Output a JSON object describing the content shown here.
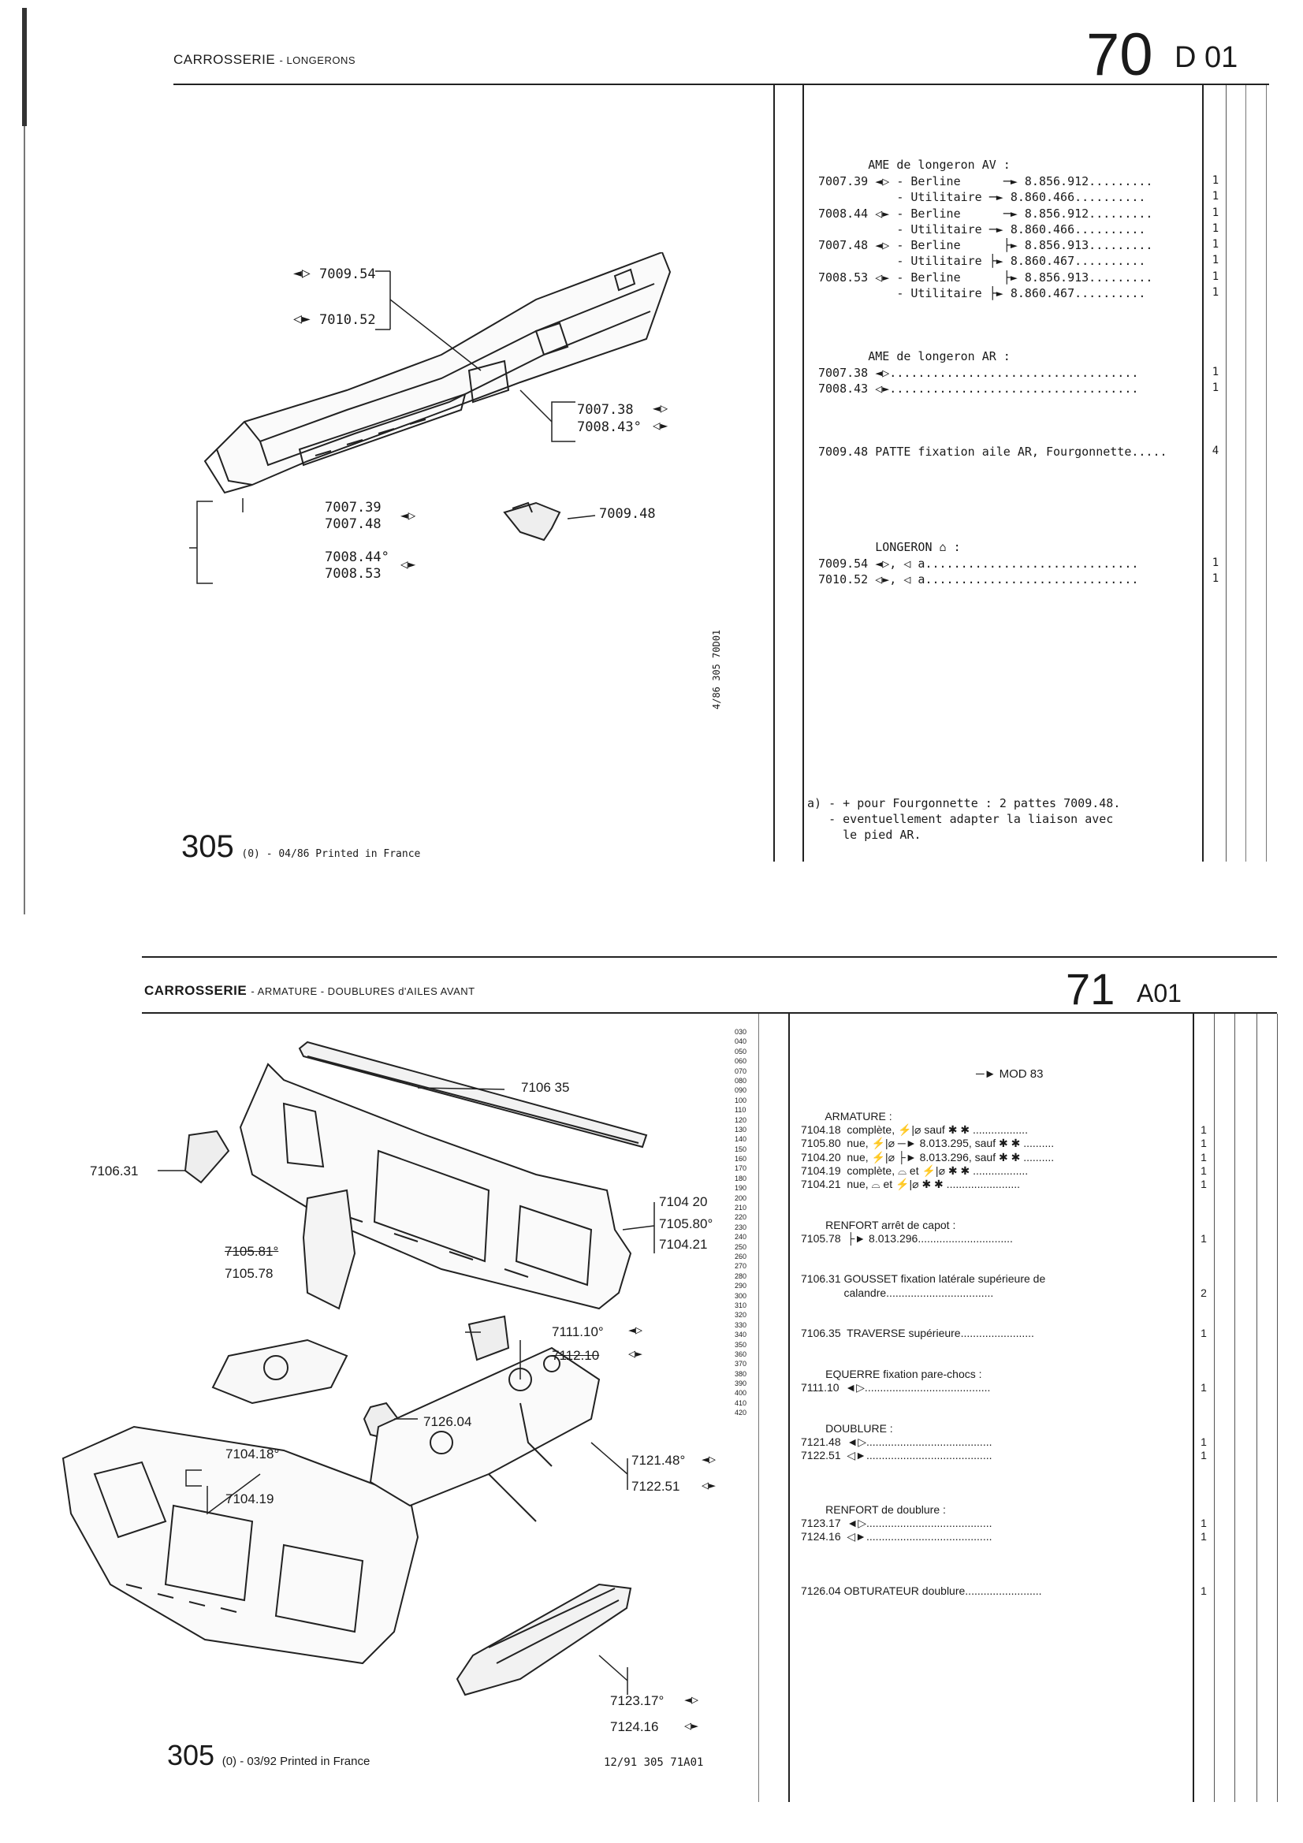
{
  "top": {
    "header": {
      "title": "CARROSSERIE",
      "subtitle": "LONGERONS",
      "page_major": "70",
      "page_minor": "D 01"
    },
    "diagram_refs": [
      "7009.54",
      "7010.52",
      "7007.38",
      "7008.43°",
      "7007.39",
      "7007.48",
      "7008.44°",
      "7008.53",
      "7009.48"
    ],
    "lines": [
      {
        "text": "       AME de longeron AV :"
      },
      {
        "text": "7007.39 ◄▷ - Berline      ─► 8.856.912.........",
        "qty": "1"
      },
      {
        "text": "           - Utilitaire ─► 8.860.466..........",
        "qty": "1"
      },
      {
        "text": "7008.44 ◁► - Berline      ─► 8.856.912.........",
        "qty": "1"
      },
      {
        "text": "           - Utilitaire ─► 8.860.466..........",
        "qty": "1"
      },
      {
        "text": "7007.48 ◄▷ - Berline      ├► 8.856.913.........",
        "qty": "1"
      },
      {
        "text": "           - Utilitaire ├► 8.860.467..........",
        "qty": "1"
      },
      {
        "text": "7008.53 ◁► - Berline      ├► 8.856.913.........",
        "qty": "1"
      },
      {
        "text": "           - Utilitaire ├► 8.860.467..........",
        "qty": "1"
      },
      {
        "text": ""
      },
      {
        "text": ""
      },
      {
        "text": ""
      },
      {
        "text": "       AME de longeron AR :"
      },
      {
        "text": "7007.38 ◄▷...................................",
        "qty": "1"
      },
      {
        "text": "7008.43 ◁►...................................",
        "qty": "1"
      },
      {
        "text": ""
      },
      {
        "text": ""
      },
      {
        "text": ""
      },
      {
        "text": "7009.48 PATTE fixation aile AR, Fourgonnette.....",
        "qty": "4"
      },
      {
        "text": ""
      },
      {
        "text": ""
      },
      {
        "text": ""
      },
      {
        "text": ""
      },
      {
        "text": "        LONGERON ⌂ :"
      },
      {
        "text": "7009.54 ◄▷, ◁ a..............................",
        "qty": "1"
      },
      {
        "text": "7010.52 ◁►, ◁ a..............................",
        "qty": "1"
      }
    ],
    "note": [
      "a) - + pour Fourgonnette : 2 pattes 7009.48.",
      "   - eventuellement adapter la liaison avec",
      "     le pied AR."
    ],
    "side_code": "4/86 305 70D01",
    "footer": {
      "model": "305",
      "printed": "(0) - 04/86 Printed in France"
    }
  },
  "bottom": {
    "header": {
      "title": "CARROSSERIE",
      "subtitle": "- ARMATURE - DOUBLURES d'AILES AVANT",
      "page_major": "71",
      "page_minor": "A01"
    },
    "diagram_refs": [
      "7106 35",
      "7106.31",
      "7104 20",
      "7105.80°",
      "7104.21",
      "7105.81°",
      "7105.78",
      "7111.10°",
      "7112.10",
      "7126.04",
      "7104.18°",
      "7104.19",
      "7121.48°",
      "7122.51",
      "7123.17°",
      "7124.16"
    ],
    "row_numbers": [
      "030",
      "040",
      "050",
      "060",
      "070",
      "080",
      "090",
      "100",
      "110",
      "120",
      "130",
      "140",
      "150",
      "160",
      "170",
      "180",
      "190",
      "200",
      "210",
      "220",
      "230",
      "240",
      "250",
      "260",
      "270",
      "280",
      "290",
      "300",
      "310",
      "320",
      "330",
      "340",
      "350",
      "360",
      "370",
      "380",
      "390",
      "400",
      "410",
      "420"
    ],
    "mod_line": "─► MOD 83",
    "lines": [
      {
        "text": "        ARMATURE :"
      },
      {
        "text": "7104.18  complète, ⚡|⌀ sauf ✱ ✱ ..................",
        "qty": "1"
      },
      {
        "text": "7105.80  nue, ⚡|⌀ ─► 8.013.295, sauf ✱ ✱ ..........",
        "qty": "1"
      },
      {
        "text": "7104.20  nue, ⚡|⌀ ├► 8.013.296, sauf ✱ ✱ ..........",
        "qty": "1"
      },
      {
        "text": "7104.19  complète, ⌓ et ⚡|⌀ ✱ ✱ ..................",
        "qty": "1"
      },
      {
        "text": "7104.21  nue, ⌓ et ⚡|⌀ ✱ ✱ ........................",
        "qty": "1"
      },
      {
        "text": ""
      },
      {
        "text": ""
      },
      {
        "text": "        RENFORT arrêt de capot :"
      },
      {
        "text": "7105.78  ├► 8.013.296...............................",
        "qty": "1"
      },
      {
        "text": ""
      },
      {
        "text": ""
      },
      {
        "text": "7106.31 GOUSSET fixation latérale supérieure de"
      },
      {
        "text": "              calandre...................................",
        "qty": "2"
      },
      {
        "text": ""
      },
      {
        "text": ""
      },
      {
        "text": "7106.35  TRAVERSE supérieure........................",
        "qty": "1"
      },
      {
        "text": ""
      },
      {
        "text": ""
      },
      {
        "text": "        EQUERRE fixation pare-chocs :"
      },
      {
        "text": "7111.10  ◄▷.........................................",
        "qty": "1"
      },
      {
        "text": ""
      },
      {
        "text": ""
      },
      {
        "text": "        DOUBLURE :"
      },
      {
        "text": "7121.48  ◄▷.........................................",
        "qty": "1"
      },
      {
        "text": "7122.51  ◁►.........................................",
        "qty": "1"
      },
      {
        "text": ""
      },
      {
        "text": ""
      },
      {
        "text": ""
      },
      {
        "text": "        RENFORT de doublure :"
      },
      {
        "text": "7123.17  ◄▷.........................................",
        "qty": "1"
      },
      {
        "text": "7124.16  ◁►.........................................",
        "qty": "1"
      },
      {
        "text": ""
      },
      {
        "text": ""
      },
      {
        "text": ""
      },
      {
        "text": "7126.04 OBTURATEUR doublure.........................",
        "qty": "1"
      }
    ],
    "footer": {
      "model": "305",
      "printed": "(0) - 03/92 Printed in France",
      "code": "12/91 305 71A01"
    }
  }
}
